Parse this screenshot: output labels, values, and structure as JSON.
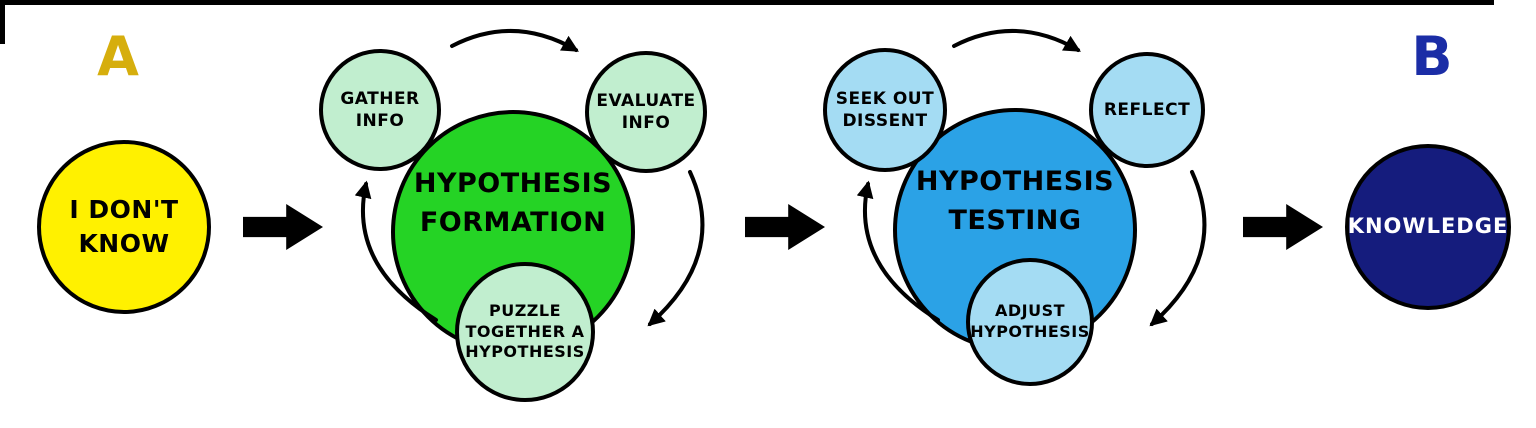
{
  "frame": {
    "border_color": "#000000"
  },
  "flow_arrow_color": "#000000",
  "start": {
    "label": "A",
    "label_color": "#D6AE0D",
    "circle": {
      "lines": [
        "I DON'T",
        "KNOW"
      ],
      "fill": "#FFF100",
      "text_color": "#000000"
    }
  },
  "cycles": [
    {
      "main": {
        "lines": [
          "HYPOTHESIS",
          "FORMATION"
        ],
        "fill": "#25D325",
        "text_color": "#000000"
      },
      "satellite_fill": "#C1EECF",
      "cycle_arrow_color": "#000000",
      "satellites": [
        {
          "lines": [
            "GATHER",
            "INFO"
          ]
        },
        {
          "lines": [
            "EVALUATE",
            "INFO"
          ]
        },
        {
          "lines": [
            "PUZZLE",
            "TOGETHER A",
            "HYPOTHESIS"
          ]
        }
      ]
    },
    {
      "main": {
        "lines": [
          "HYPOTHESIS",
          "TESTING"
        ],
        "fill": "#2BA2E6",
        "text_color": "#000000"
      },
      "satellite_fill": "#A4DCF3",
      "cycle_arrow_color": "#000000",
      "satellites": [
        {
          "lines": [
            "SEEK OUT",
            "DISSENT"
          ]
        },
        {
          "lines": [
            "REFLECT"
          ]
        },
        {
          "lines": [
            "ADJUST",
            "HYPOTHESIS"
          ]
        }
      ]
    }
  ],
  "end": {
    "label": "B",
    "label_color": "#1B2DA6",
    "circle": {
      "lines": [
        "KNOWLEDGE"
      ],
      "fill": "#151C7D",
      "text_color": "#FFFFFF"
    }
  }
}
